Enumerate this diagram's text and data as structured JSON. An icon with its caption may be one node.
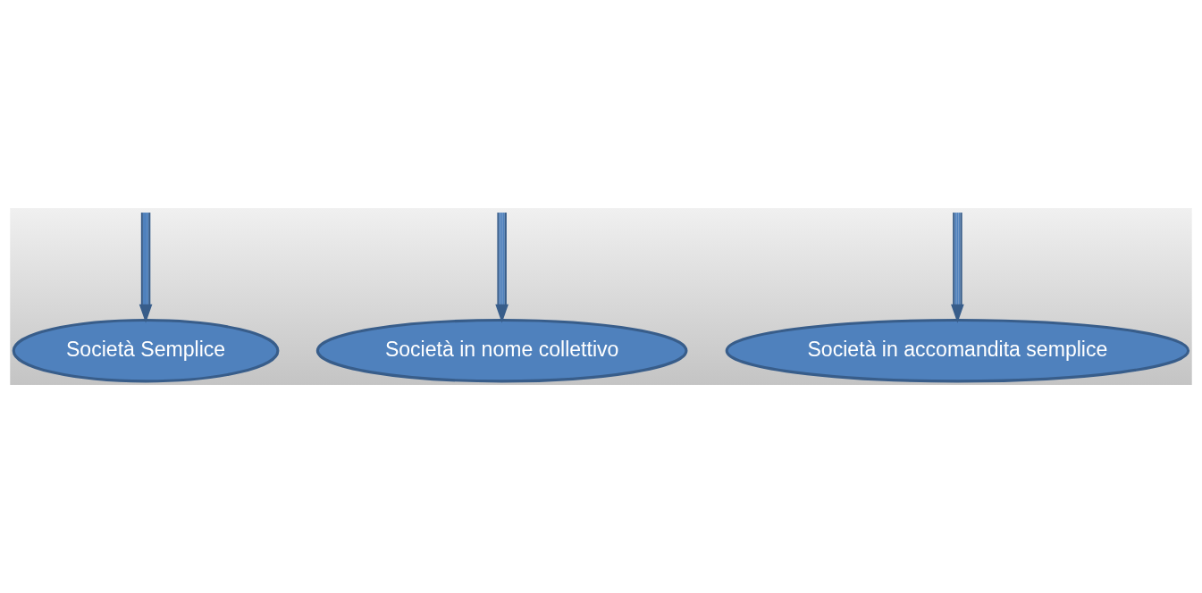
{
  "diagram": {
    "nodes": [
      {
        "text": [
          "Società Semplice"
        ]
      },
      {
        "text": [
          "Società in nome collettivo"
        ]
      },
      {
        "text": [
          "Società in accomandita semplice"
        ]
      }
    ],
    "edges": [
      {
        "from": null,
        "to": 0,
        "arrow": "to"
      },
      {
        "from": null,
        "to": 1,
        "arrow": "to"
      },
      {
        "from": null,
        "to": 2,
        "arrow": "to"
      }
    ]
  }
}
